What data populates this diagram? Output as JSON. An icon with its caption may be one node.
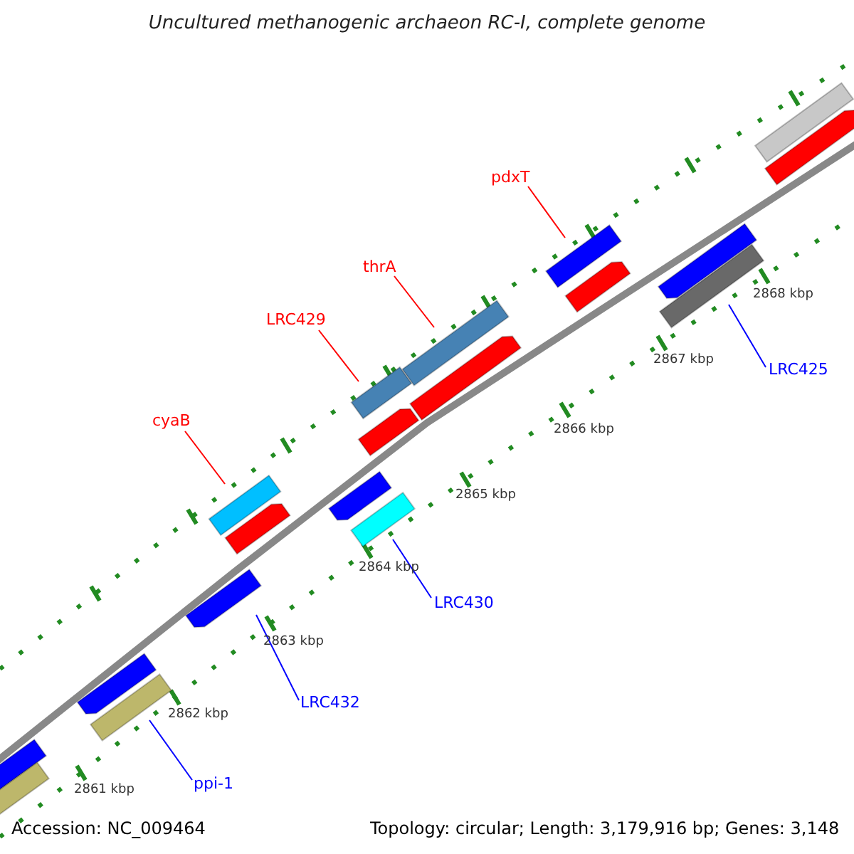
{
  "diagram": {
    "title": "Uncultured methanogenic archaeon RC-I, complete genome",
    "nodes": [
      {
        "text": [
          "pdxT"
        ]
      },
      {
        "text": [
          "thrA"
        ]
      },
      {
        "text": [
          "LRC429"
        ]
      },
      {
        "text": [
          "cyaB"
        ]
      },
      {
        "text": [
          "LRC425"
        ]
      },
      {
        "text": [
          "LRC430"
        ]
      },
      {
        "text": [
          "LRC432"
        ]
      },
      {
        "text": [
          "ppi-1"
        ]
      },
      {
        "text": [],
        "shape": "bar"
      },
      {
        "text": [],
        "shape": "bar"
      },
      {
        "text": [],
        "shape": "bar"
      },
      {
        "text": [],
        "shape": "bar"
      },
      {
        "text": [],
        "shape": "bar"
      },
      {
        "text": [],
        "shape": "bar"
      },
      {
        "text": [],
        "shape": "bar"
      },
      {
        "text": [],
        "shape": "bar"
      },
      {
        "text": [],
        "shape": "bar"
      },
      {
        "text": [],
        "shape": "bar"
      },
      {
        "text": [],
        "shape": "bar"
      },
      {
        "text": [],
        "shape": "bar"
      },
      {
        "text": [],
        "shape": "bar"
      },
      {
        "text": [],
        "shape": "bar"
      },
      {
        "text": [],
        "shape": "bar"
      },
      {
        "text": [],
        "shape": "bar"
      },
      {
        "text": [],
        "shape": "bar"
      },
      {
        "text": [],
        "shape": "bar"
      },
      {
        "text": [],
        "shape": "bar"
      }
    ],
    "edges": [
      {
        "from": 0,
        "to": 21,
        "arrow": "none",
        "color": "#ff0000"
      },
      {
        "from": 1,
        "to": 19,
        "arrow": "none",
        "color": "#ff0000"
      },
      {
        "from": 2,
        "to": 16,
        "arrow": "none",
        "color": "#ff0000"
      },
      {
        "from": 3,
        "to": 13,
        "arrow": "none",
        "color": "#ff0000"
      },
      {
        "from": 4,
        "to": 24,
        "arrow": "none",
        "color": "#0000ff"
      },
      {
        "from": 5,
        "to": 17,
        "arrow": "none",
        "color": "#0000ff"
      },
      {
        "from": 6,
        "to": 12,
        "arrow": "none",
        "color": "#0000ff"
      },
      {
        "from": 7,
        "to": 11,
        "arrow": "none",
        "color": "#0000ff"
      }
    ],
    "labels": [
      "2868 kbp",
      "2867 kbp",
      "2866 kbp",
      "2865 kbp",
      "2864 kbp",
      "2863 kbp",
      "2862 kbp",
      "2861 kbp",
      "Accession: NC_009464",
      "Topology: circular; Length: 3,179,916 bp; Genes: 3,148"
    ]
  }
}
